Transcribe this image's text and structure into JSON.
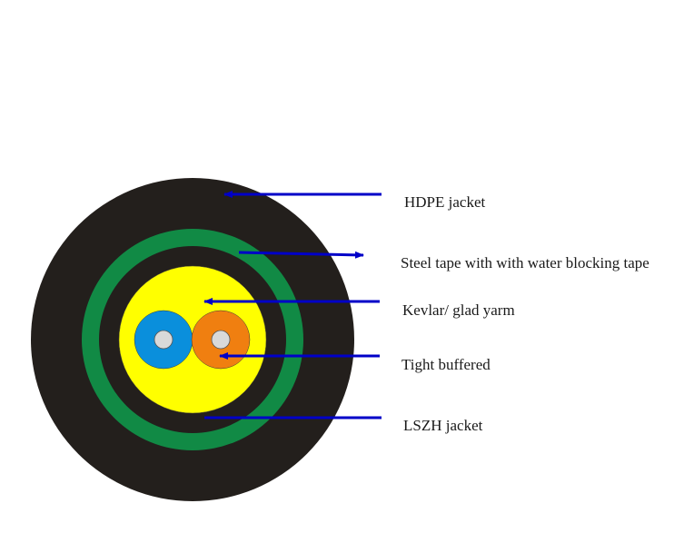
{
  "labels": {
    "hdpe": "HDPE jacket",
    "steel": "Steel tape with with water blocking tape",
    "kevlar": "Kevlar/ glad yarm",
    "tight": "Tight buffered",
    "lszh": "LSZH jacket"
  },
  "colors": {
    "outer_jacket": "#231f1c",
    "steel_ring": "#118a45",
    "kevlar_fill": "#ffff00",
    "fiber_blue": "#0a8fdc",
    "fiber_orange": "#f07f10",
    "fiber_core": "#d9d9d9",
    "arrow": "#0000c8"
  }
}
